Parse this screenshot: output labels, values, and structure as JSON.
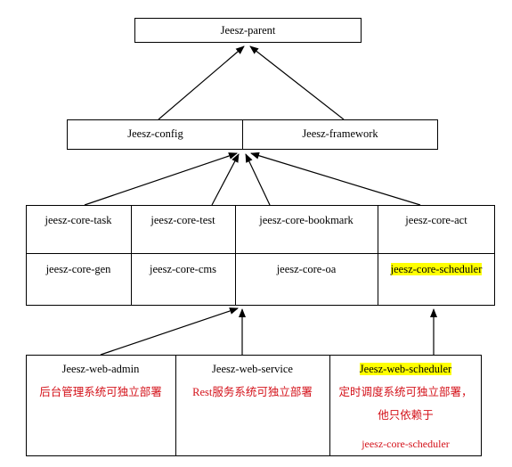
{
  "parent": {
    "label": "Jeesz-parent"
  },
  "middle": {
    "config": "Jeesz-config",
    "framework": "Jeesz-framework"
  },
  "core_modules": {
    "row1": [
      "jeesz-core-task",
      "jeesz-core-test",
      "jeesz-core-bookmark",
      "jeesz-core-act"
    ],
    "row2": [
      "jeesz-core-gen",
      "jeesz-core-cms",
      "jeesz-core-oa",
      "jeesz-core-scheduler"
    ]
  },
  "web_modules": {
    "admin": {
      "name": "Jeesz-web-admin",
      "description": "后台管理系统可独立部署"
    },
    "service": {
      "name": "Jeesz-web-service",
      "description": "Rest服务系统可独立部署"
    },
    "scheduler": {
      "name": "Jeesz-web-scheduler",
      "description": "定时调度系统可独立部署，他只依赖于",
      "dependency": "jeesz-core-scheduler"
    }
  },
  "colors": {
    "highlight": "#ffff00",
    "note_text": "#d4121a",
    "border": "#000000"
  }
}
